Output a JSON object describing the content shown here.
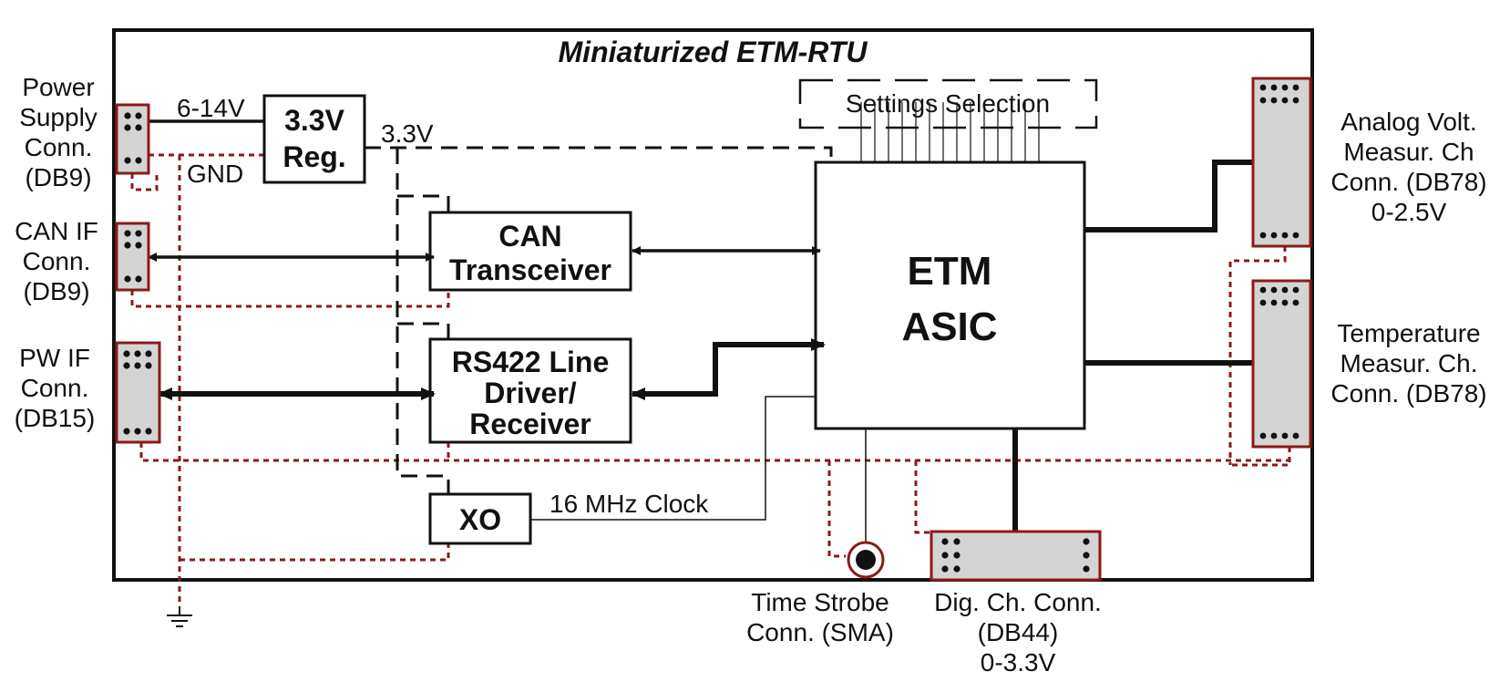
{
  "title": "Miniaturized ETM-RTU",
  "blocks": {
    "regulator": [
      "3.3V",
      "Reg."
    ],
    "can": [
      "CAN",
      "Transceiver"
    ],
    "rs422": [
      "RS422 Line",
      "Driver/",
      "Receiver"
    ],
    "xo": "XO",
    "asic": [
      "ETM",
      "ASIC"
    ],
    "settings": "Settings Selection"
  },
  "signals": {
    "input_voltage": "6-14V",
    "gnd": "GND",
    "rail": "3.3V",
    "clock": "16 MHz Clock"
  },
  "connectors": {
    "power": [
      "Power",
      "Supply",
      "Conn.",
      "(DB9)"
    ],
    "can_if": [
      "CAN IF",
      "Conn.",
      "(DB9)"
    ],
    "pw_if": [
      "PW IF",
      "Conn.",
      "(DB15)"
    ],
    "analog": [
      "Analog Volt.",
      "Measur. Ch",
      "Conn. (DB78)",
      "0-2.5V"
    ],
    "temperature": [
      "Temperature",
      "Measur. Ch.",
      "Conn. (DB78)"
    ],
    "strobe": [
      "Time Strobe",
      "Conn. (SMA)"
    ],
    "digital": [
      "Dig. Ch. Conn.",
      "(DB44)",
      "0-3.3V"
    ]
  },
  "colors": {
    "ground_line": "#8b1a1a",
    "connector_fill": "#d4d4d4",
    "line": "#111111"
  }
}
